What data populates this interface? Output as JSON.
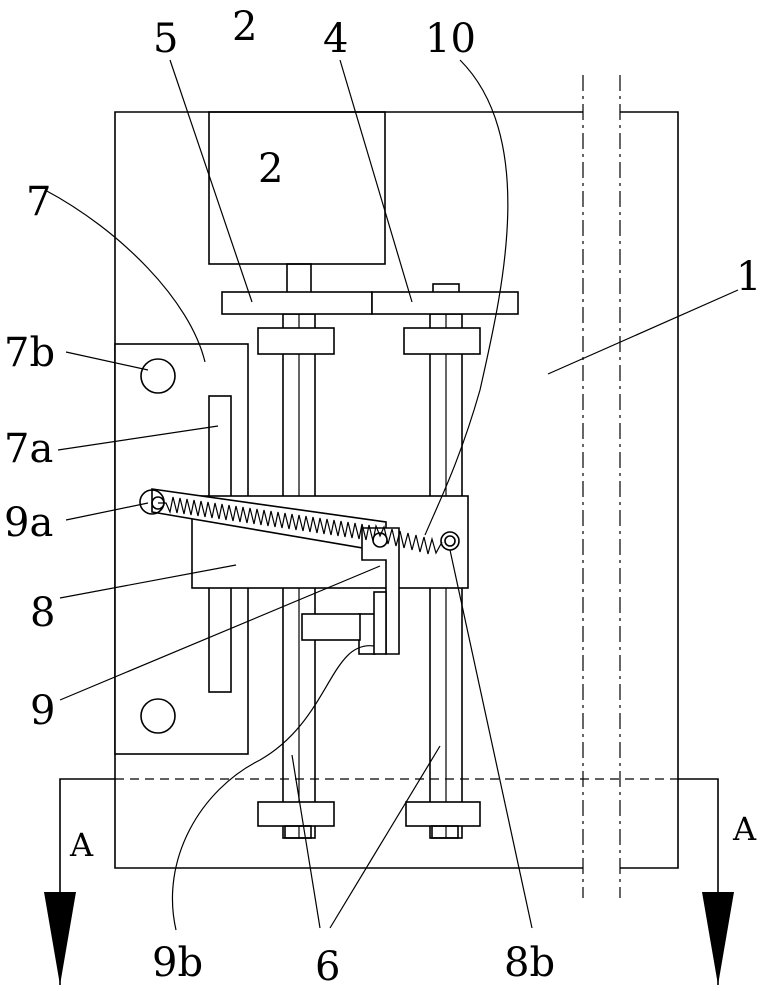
{
  "labels": {
    "l1": "1",
    "l2": "2",
    "l4": "4",
    "l5": "5",
    "l6": "6",
    "l7": "7",
    "l7a": "7a",
    "l7b": "7b",
    "l8": "8",
    "l8b": "8b",
    "l9": "9",
    "l9a": "9a",
    "l9b": "9b",
    "l10": "10"
  },
  "section": {
    "left": "A",
    "right": "A"
  }
}
